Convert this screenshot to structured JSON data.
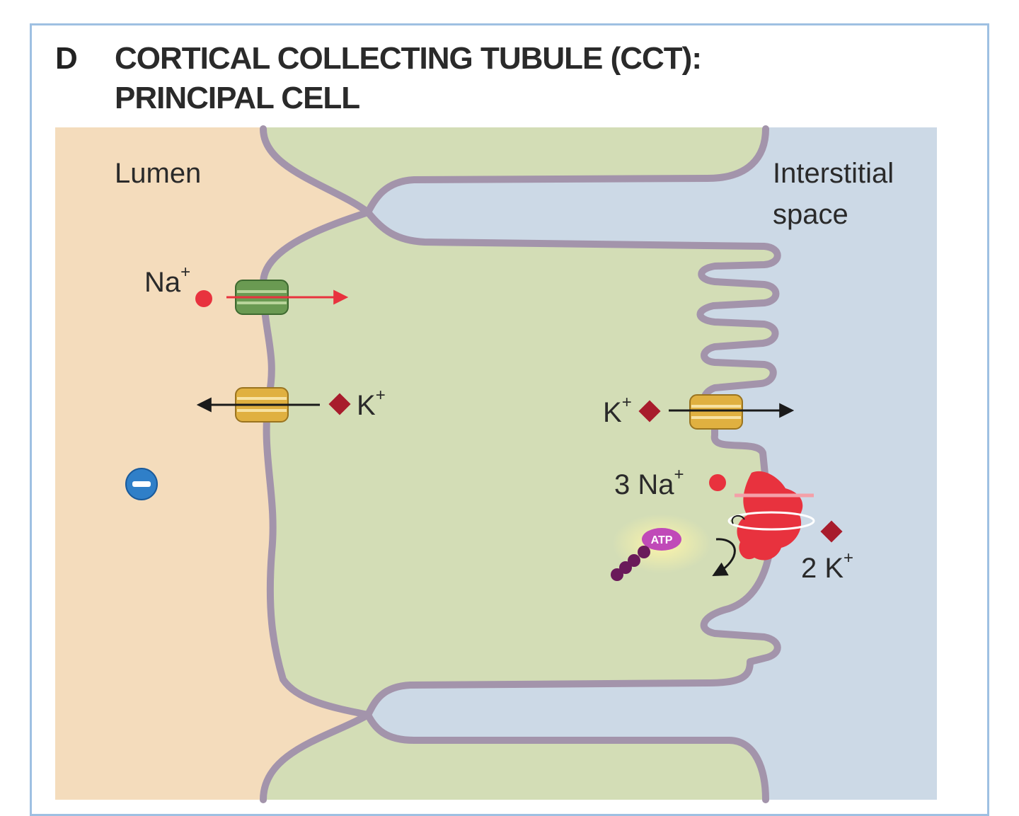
{
  "figure": {
    "panel_letter": "D",
    "title_line1": "CORTICAL COLLECTING TUBULE (CCT):",
    "title_line2": "PRINCIPAL CELL"
  },
  "labels": {
    "lumen": "Lumen",
    "interstitial_line1": "Interstitial",
    "interstitial_line2": "space",
    "na_apical": "Na",
    "na_apical_sup": "+",
    "k_apical": "K",
    "k_apical_sup": "+",
    "k_basolateral": "K",
    "k_basolateral_sup": "+",
    "na_pump": "3 Na",
    "na_pump_sup": "+",
    "k_pump": "2 K",
    "k_pump_sup": "+",
    "atp": "ATP"
  },
  "colors": {
    "lumen_bg": "#f4dcbc",
    "interstitial_bg": "#ccd9e6",
    "cell_fill": "#d3ddb6",
    "membrane": "#a394ab",
    "na_ion": "#e8323e",
    "k_ion": "#a81c2c",
    "enac_channel": "#6a9a52",
    "k_channel": "#e0b040",
    "pump": "#e8323e",
    "atp": "#c04ab8",
    "negative_charge": "#2f7fc8"
  }
}
